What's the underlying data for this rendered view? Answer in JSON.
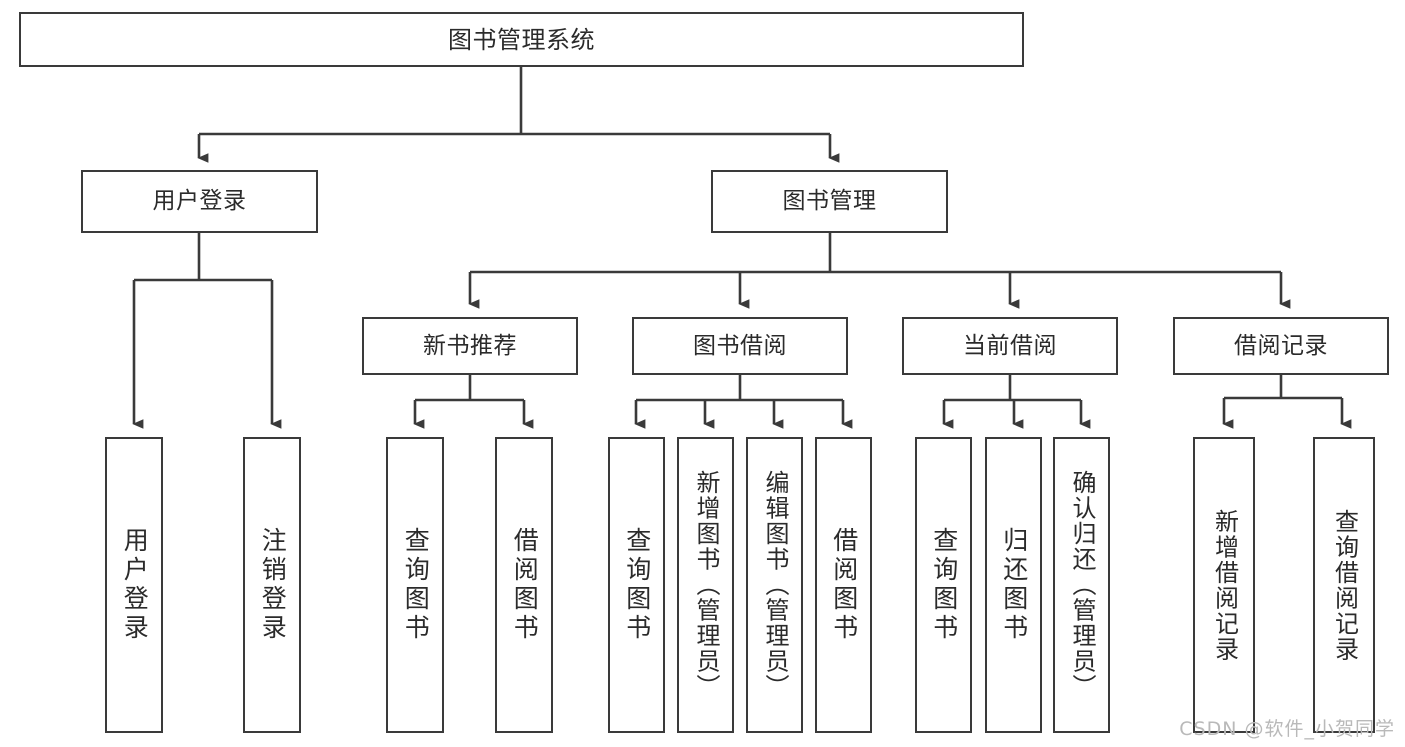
{
  "diagram": {
    "type": "tree-hierarchy",
    "title": "图书管理系统",
    "root": {
      "label": "图书管理系统"
    },
    "level2": [
      {
        "id": "user-login",
        "label": "用户登录"
      },
      {
        "id": "book-management",
        "label": "图书管理"
      }
    ],
    "level3": [
      {
        "id": "new-book-recommend",
        "label": "新书推荐",
        "parent": "book-management"
      },
      {
        "id": "book-borrow",
        "label": "图书借阅",
        "parent": "book-management"
      },
      {
        "id": "current-borrow",
        "label": "当前借阅",
        "parent": "book-management"
      },
      {
        "id": "borrow-record",
        "label": "借阅记录",
        "parent": "book-management"
      }
    ],
    "leaves": [
      {
        "id": "leaf-user-login",
        "label": "用户登录",
        "parent": "user-login"
      },
      {
        "id": "leaf-user-logout",
        "label": "注销登录",
        "parent": "user-login"
      },
      {
        "id": "leaf-query-book-1",
        "label": "查询图书",
        "parent": "new-book-recommend"
      },
      {
        "id": "leaf-borrow-book-1",
        "label": "借阅图书",
        "parent": "new-book-recommend"
      },
      {
        "id": "leaf-query-book-2",
        "label": "查询图书",
        "parent": "book-borrow"
      },
      {
        "id": "leaf-add-book",
        "label": "新增图书（管理员）",
        "parent": "book-borrow"
      },
      {
        "id": "leaf-edit-book",
        "label": "编辑图书（管理员）",
        "parent": "book-borrow"
      },
      {
        "id": "leaf-borrow-book-2",
        "label": "借阅图书",
        "parent": "book-borrow"
      },
      {
        "id": "leaf-query-book-3",
        "label": "查询图书",
        "parent": "current-borrow"
      },
      {
        "id": "leaf-return-book",
        "label": "归还图书",
        "parent": "current-borrow"
      },
      {
        "id": "leaf-confirm-return",
        "label": "确认归还（管理员）",
        "parent": "current-borrow"
      },
      {
        "id": "leaf-add-record",
        "label": "新增借阅记录",
        "parent": "borrow-record"
      },
      {
        "id": "leaf-query-record",
        "label": "查询借阅记录",
        "parent": "borrow-record"
      }
    ],
    "colors": {
      "box_border": "#3a3a3a",
      "box_fill": "#ffffff",
      "text": "#2b2b2b",
      "connector": "#3a3a3a",
      "background": "#ffffff",
      "watermark": "#b9b9b9"
    }
  },
  "watermark": {
    "text": "CSDN @软件_小贺同学"
  }
}
